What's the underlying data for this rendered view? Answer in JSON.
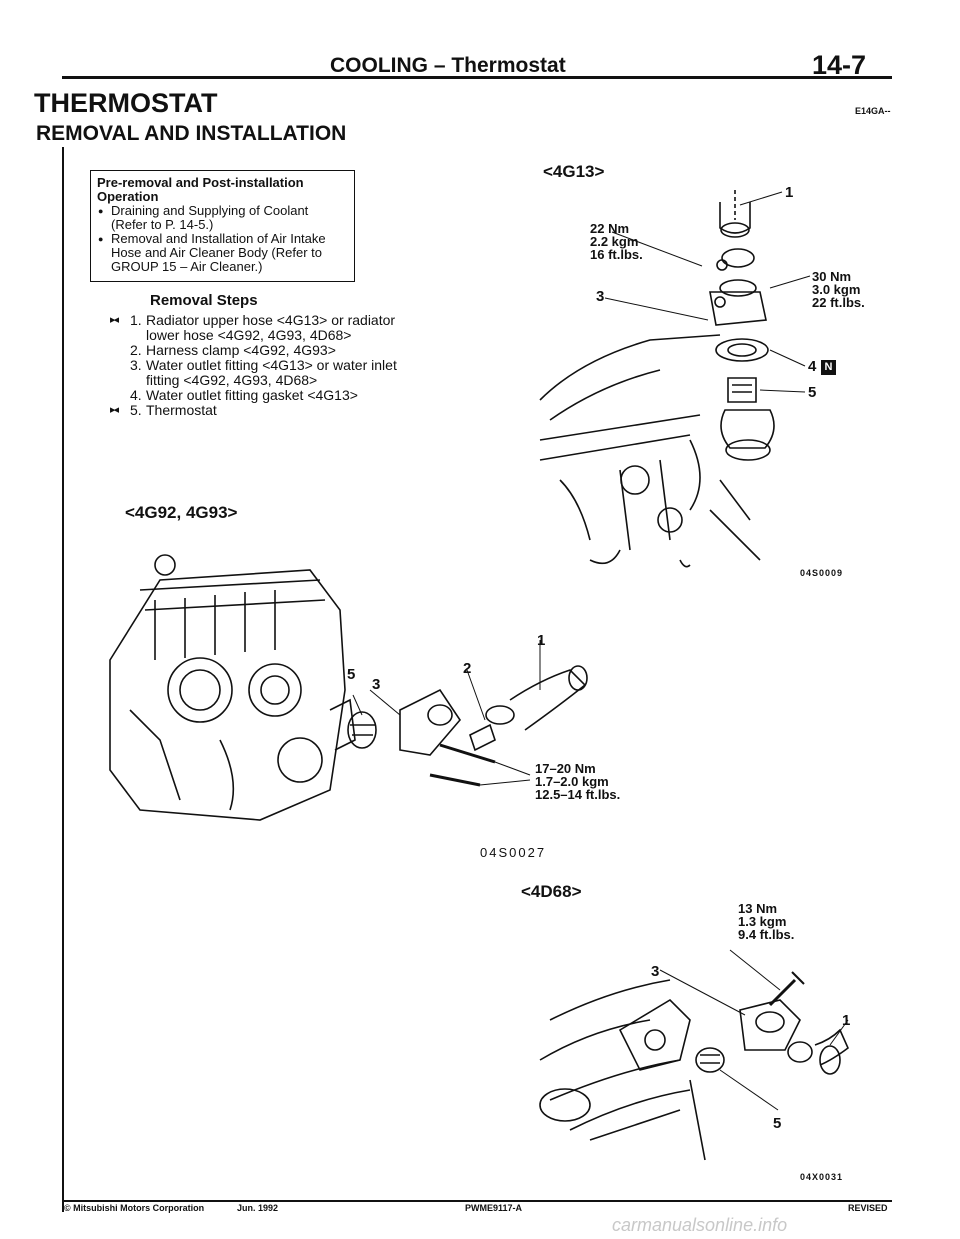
{
  "header": {
    "title": "COOLING – Thermostat",
    "page": "14-7"
  },
  "section": {
    "title": "THERMOSTAT",
    "code": "E14GA--",
    "subtitle": "REMOVAL AND INSTALLATION"
  },
  "preremoval": {
    "title_line1": "Pre-removal and Post-installation",
    "title_line2": "Operation",
    "items": [
      "Draining and Supplying of Coolant (Refer to P. 14-5.)",
      "Removal and Installation of Air Intake Hose and Air Cleaner Body (Refer to GROUP 15 – Air Cleaner.)"
    ]
  },
  "removal_steps": {
    "title": "Removal Steps",
    "steps": [
      {
        "no": "1.",
        "marker": "▸◂",
        "text": "Radiator upper hose <4G13> or radiator lower hose <4G92, 4G93, 4D68>"
      },
      {
        "no": "2.",
        "marker": "",
        "text": "Harness clamp <4G92, 4G93>"
      },
      {
        "no": "3.",
        "marker": "",
        "text": "Water outlet fitting <4G13> or water inlet fitting <4G92, 4G93, 4D68>"
      },
      {
        "no": "4.",
        "marker": "",
        "text": "Water outlet fitting gasket <4G13>"
      },
      {
        "no": "5.",
        "marker": "▸◂",
        "text": "Thermostat"
      }
    ]
  },
  "fig_4g13": {
    "label": "<4G13>",
    "torque_a": [
      "22 Nm",
      "2.2 kgm",
      "16 ft.lbs."
    ],
    "torque_b": [
      "30 Nm",
      "3.0 kgm",
      "22 ft.lbs."
    ],
    "callouts": [
      "1",
      "3",
      "4",
      "5"
    ],
    "new_part_mark": "N",
    "code": "04S0009"
  },
  "fig_4g92": {
    "label": "<4G92, 4G93>",
    "torque": [
      "17–20 Nm",
      "1.7–2.0 kgm",
      "12.5–14 ft.lbs."
    ],
    "callouts": [
      "1",
      "2",
      "3",
      "5"
    ],
    "code": "04S0027"
  },
  "fig_4d68": {
    "label": "<4D68>",
    "torque": [
      "13 Nm",
      "1.3 kgm",
      "9.4 ft.lbs."
    ],
    "callouts": [
      "3",
      "1",
      "5"
    ],
    "code": "04X0031"
  },
  "footer": {
    "copyright": "© Mitsubishi Motors Corporation",
    "date": "Jun. 1992",
    "doc_no": "PWME9117-A",
    "revised": "REVISED",
    "watermark": "carmanualsonline.info"
  }
}
